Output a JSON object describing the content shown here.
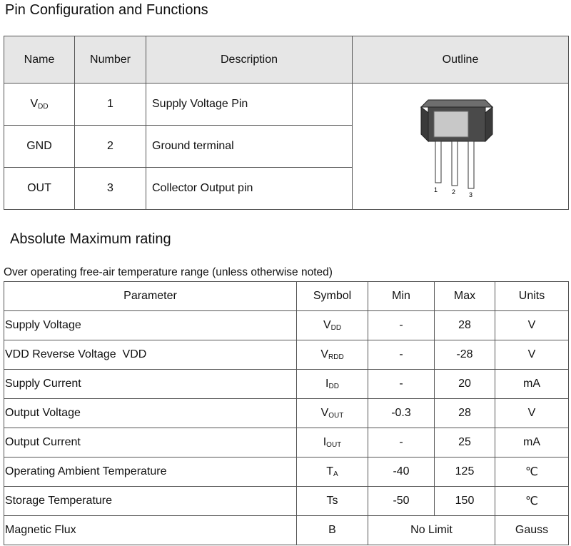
{
  "pin_section": {
    "title": "Pin Configuration and Functions",
    "headers": [
      "Name",
      "Number",
      "Description",
      "Outline"
    ],
    "rows": [
      {
        "name_main": "V",
        "name_sub": "DD",
        "number": "1",
        "description": "Supply Voltage Pin"
      },
      {
        "name_main": "GND",
        "name_sub": "",
        "number": "2",
        "description": "Ground terminal"
      },
      {
        "name_main": "OUT",
        "name_sub": "",
        "number": "3",
        "description": "Collector Output pin"
      }
    ],
    "outline_pin_labels": [
      "1",
      "2",
      "3"
    ]
  },
  "abs_section": {
    "title": "Absolute Maximum rating",
    "note": "Over operating free-air temperature range (unless otherwise noted)",
    "headers": [
      "Parameter",
      "Symbol",
      "Min",
      "Max",
      "Units"
    ],
    "rows": [
      {
        "parameter": "Supply Voltage",
        "sym_main": "V",
        "sym_sub": "DD",
        "min": "-",
        "max": "28",
        "units": "V"
      },
      {
        "parameter": "VDD Reverse Voltage  VDD",
        "sym_main": "V",
        "sym_sub": "RDD",
        "min": "-",
        "max": "-28",
        "units": "V"
      },
      {
        "parameter": "Supply Current",
        "sym_main": "I",
        "sym_sub": "DD",
        "min": "-",
        "max": "20",
        "units": "mA"
      },
      {
        "parameter": "Output Voltage",
        "sym_main": "V",
        "sym_sub": "OUT",
        "min": "-0.3",
        "max": "28",
        "units": "V"
      },
      {
        "parameter": "Output Current",
        "sym_main": "I",
        "sym_sub": "OUT",
        "min": "-",
        "max": "25",
        "units": "mA"
      },
      {
        "parameter": "Operating Ambient Temperature",
        "sym_main": "T",
        "sym_sub": "A",
        "min": "-40",
        "max": "125",
        "units": "℃"
      },
      {
        "parameter": "Storage Temperature",
        "sym_main": "Ts",
        "sym_sub": "",
        "min": "-50",
        "max": "150",
        "units": "℃"
      }
    ],
    "last_row": {
      "parameter": "Magnetic Flux",
      "symbol": "B",
      "range": "No Limit",
      "units": "Gauss"
    }
  }
}
